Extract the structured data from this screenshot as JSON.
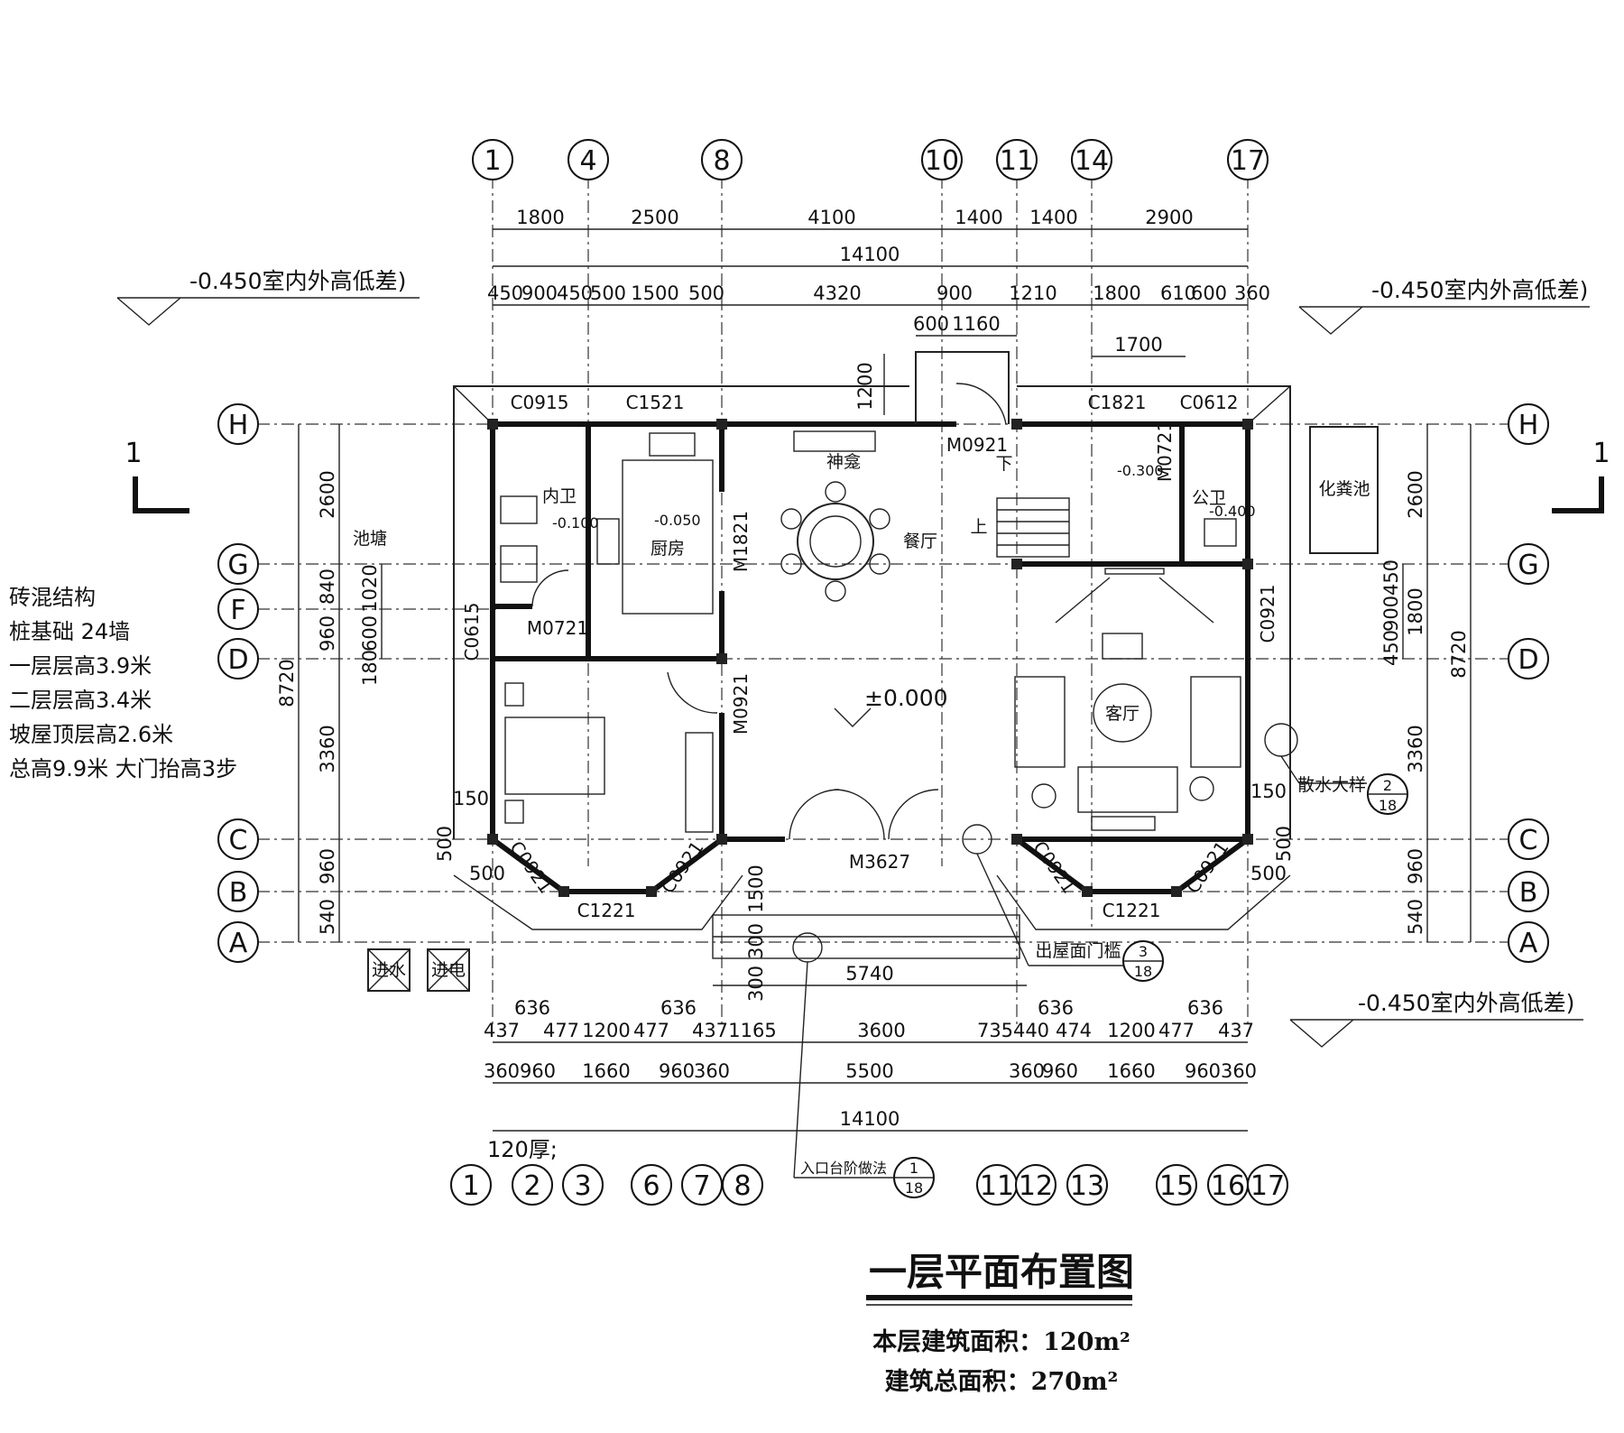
{
  "title": "一层平面布置图",
  "area": {
    "floor": "本层建筑面积：120m²",
    "total": "建筑总面积：270m²"
  },
  "notes": [
    "砖混结构",
    "桩基础 24墙",
    "一层层高3.9米",
    "二层层高3.4米",
    "坡屋顶层高2.6米",
    "总高9.9米 大门抬高3步"
  ],
  "levels": {
    "outdoor_diff": "-0.450室内外高低差)",
    "indoor_zero": "±0.000",
    "kitchen": "-0.050",
    "bath_inner": "-0.100",
    "bath_public": "-0.400",
    "stair": "-0.300"
  },
  "axes": {
    "top": [
      "1",
      "4",
      "8",
      "10",
      "11",
      "14",
      "17"
    ],
    "bottom": [
      "1",
      "2",
      "3",
      "6",
      "7",
      "8",
      "11",
      "12",
      "13",
      "15",
      "16",
      "17"
    ],
    "side": [
      "H",
      "G",
      "F",
      "D",
      "C",
      "B",
      "A"
    ]
  },
  "dims": {
    "top_row1": [
      "1800",
      "2500",
      "4100",
      "1400",
      "1400",
      "2900"
    ],
    "top_total": "14100",
    "top_row3": [
      "450",
      "900",
      "450",
      "500",
      "1500",
      "500",
      "4320",
      "900",
      "1210",
      "1800",
      "610",
      "600",
      "360"
    ],
    "top_row4": [
      "600",
      "1160",
      "1700",
      "1200"
    ],
    "left_outer": [
      "2600",
      "8720",
      "3360",
      "960",
      "540"
    ],
    "left_inner": [
      "840",
      "960",
      "1020",
      "600",
      "180"
    ],
    "right_outer": [
      "2600",
      "8720",
      "3360",
      "960",
      "540"
    ],
    "right_inner": [
      "450",
      "900",
      "450",
      "1800"
    ],
    "side_small": [
      "150",
      "500",
      "500",
      "150",
      "500",
      "500"
    ],
    "bottom_row1": [
      "636",
      "437",
      "477",
      "1200",
      "477",
      "636",
      "437",
      "1165",
      "3600",
      "735",
      "440",
      "636",
      "474",
      "1200",
      "477",
      "636",
      "437"
    ],
    "bottom_row2": [
      "360",
      "960",
      "1660",
      "960",
      "360",
      "5500",
      "360",
      "960",
      "1660",
      "960",
      "360"
    ],
    "bottom_total": "14100",
    "steps": [
      "5740",
      "300",
      "300",
      "1500"
    ]
  },
  "rooms": {
    "pond": "池塘",
    "bath_inner": "内卫",
    "kitchen": "厨房",
    "shrine": "神龛",
    "dining": "餐厅",
    "living": "客厅",
    "bath_public": "公卫",
    "septic": "化粪池",
    "up": "上",
    "down": "下"
  },
  "codes": {
    "windows": [
      "C0915",
      "C1521",
      "C1821",
      "C0612",
      "C0615",
      "C0921",
      "C0921",
      "C0921",
      "C0921",
      "C0921",
      "C1221",
      "C1221"
    ],
    "doors": [
      "M0921",
      "M0721",
      "M1821",
      "M0721",
      "M0921",
      "M3627"
    ]
  },
  "callouts": {
    "drain": {
      "label": "散水大样",
      "num": "2",
      "sheet": "18"
    },
    "sill": {
      "label": "出屋面门槛",
      "num": "3",
      "sheet": "18"
    },
    "step": {
      "label": "入口台阶做法",
      "num": "1",
      "sheet": "18"
    }
  },
  "boxes": {
    "water": "进水",
    "power": "进电"
  },
  "misc": {
    "thickness": "120厚;",
    "section": "1"
  }
}
